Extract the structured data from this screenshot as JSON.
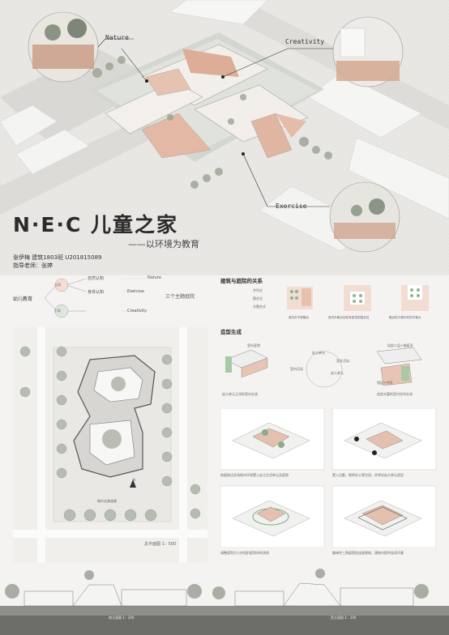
{
  "circles": {
    "nature": "Nature",
    "creativity": "Creativity",
    "exercise": "Exercise"
  },
  "title": {
    "main": "N·E·C 儿童之家",
    "sub": "——以环境为教育"
  },
  "author": {
    "line1": "张伊梅  建筑1803班  U201815089",
    "line2": "指导老师：张婷"
  },
  "concept": {
    "root": "幼儿教育",
    "node1": "认知",
    "node2": "引导",
    "items": [
      {
        "cn": "自然认知",
        "en": "Nature"
      },
      {
        "cn": "身体认知",
        "en": "Exercise"
      },
      {
        "cn": "",
        "en": "Creativity"
      }
    ],
    "result": "三个主题庭院"
  },
  "relation": {
    "title": "建筑与庭院的关系",
    "types": [
      "并列式",
      "围合式",
      "半围合式"
    ],
    "captions": [
      "室内外不够融合",
      "室内外融合但各有遮挡的围合性",
      "融合性与精外形的平衡点"
    ]
  },
  "form": {
    "title": "造型生成",
    "labels": [
      "室外庭院",
      "幼儿单元",
      "室外活动",
      "室内活动",
      "幼儿单元",
      "局部二层+坡屋顶",
      "错层+中庭"
    ],
    "captions": [
      "幼儿单元之间的室内交流",
      "创造丰富的室内空间交流"
    ]
  },
  "steps": {
    "captions": [
      "依据周边及场地内环境置入幼儿生活单元及庭院",
      "置入后勤、教师办公等空间，并呼应幼儿单元造型",
      "调整庭院大小并组织庭院间的流线",
      "趣味性三角窗营造连接建筑，建筑内提供连续环廊"
    ]
  },
  "plan": {
    "caption": "总平面图  1：500",
    "north": "N",
    "road": "城市支路道路"
  },
  "elevations": {
    "left": "南立面图  1：200",
    "right": "西立面图  1：200"
  }
}
